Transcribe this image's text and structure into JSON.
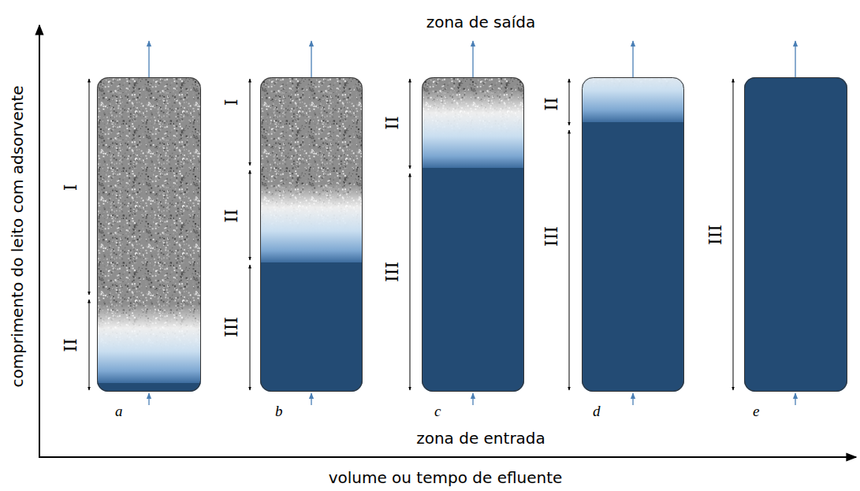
{
  "diagram": {
    "nodes": [
      {
        "text": [
          "a"
        ]
      },
      {
        "text": [
          "b"
        ]
      },
      {
        "text": [
          "c"
        ]
      },
      {
        "text": [
          "d"
        ]
      },
      {
        "text": [
          "e"
        ]
      }
    ],
    "labels": [
      "zona de saída",
      "zona de entrada",
      "comprimento do leito com adsorvente",
      "volume ou tempo de efluente",
      "I",
      "II",
      "I",
      "II",
      "III",
      "II",
      "III",
      "II",
      "III",
      "III"
    ]
  }
}
